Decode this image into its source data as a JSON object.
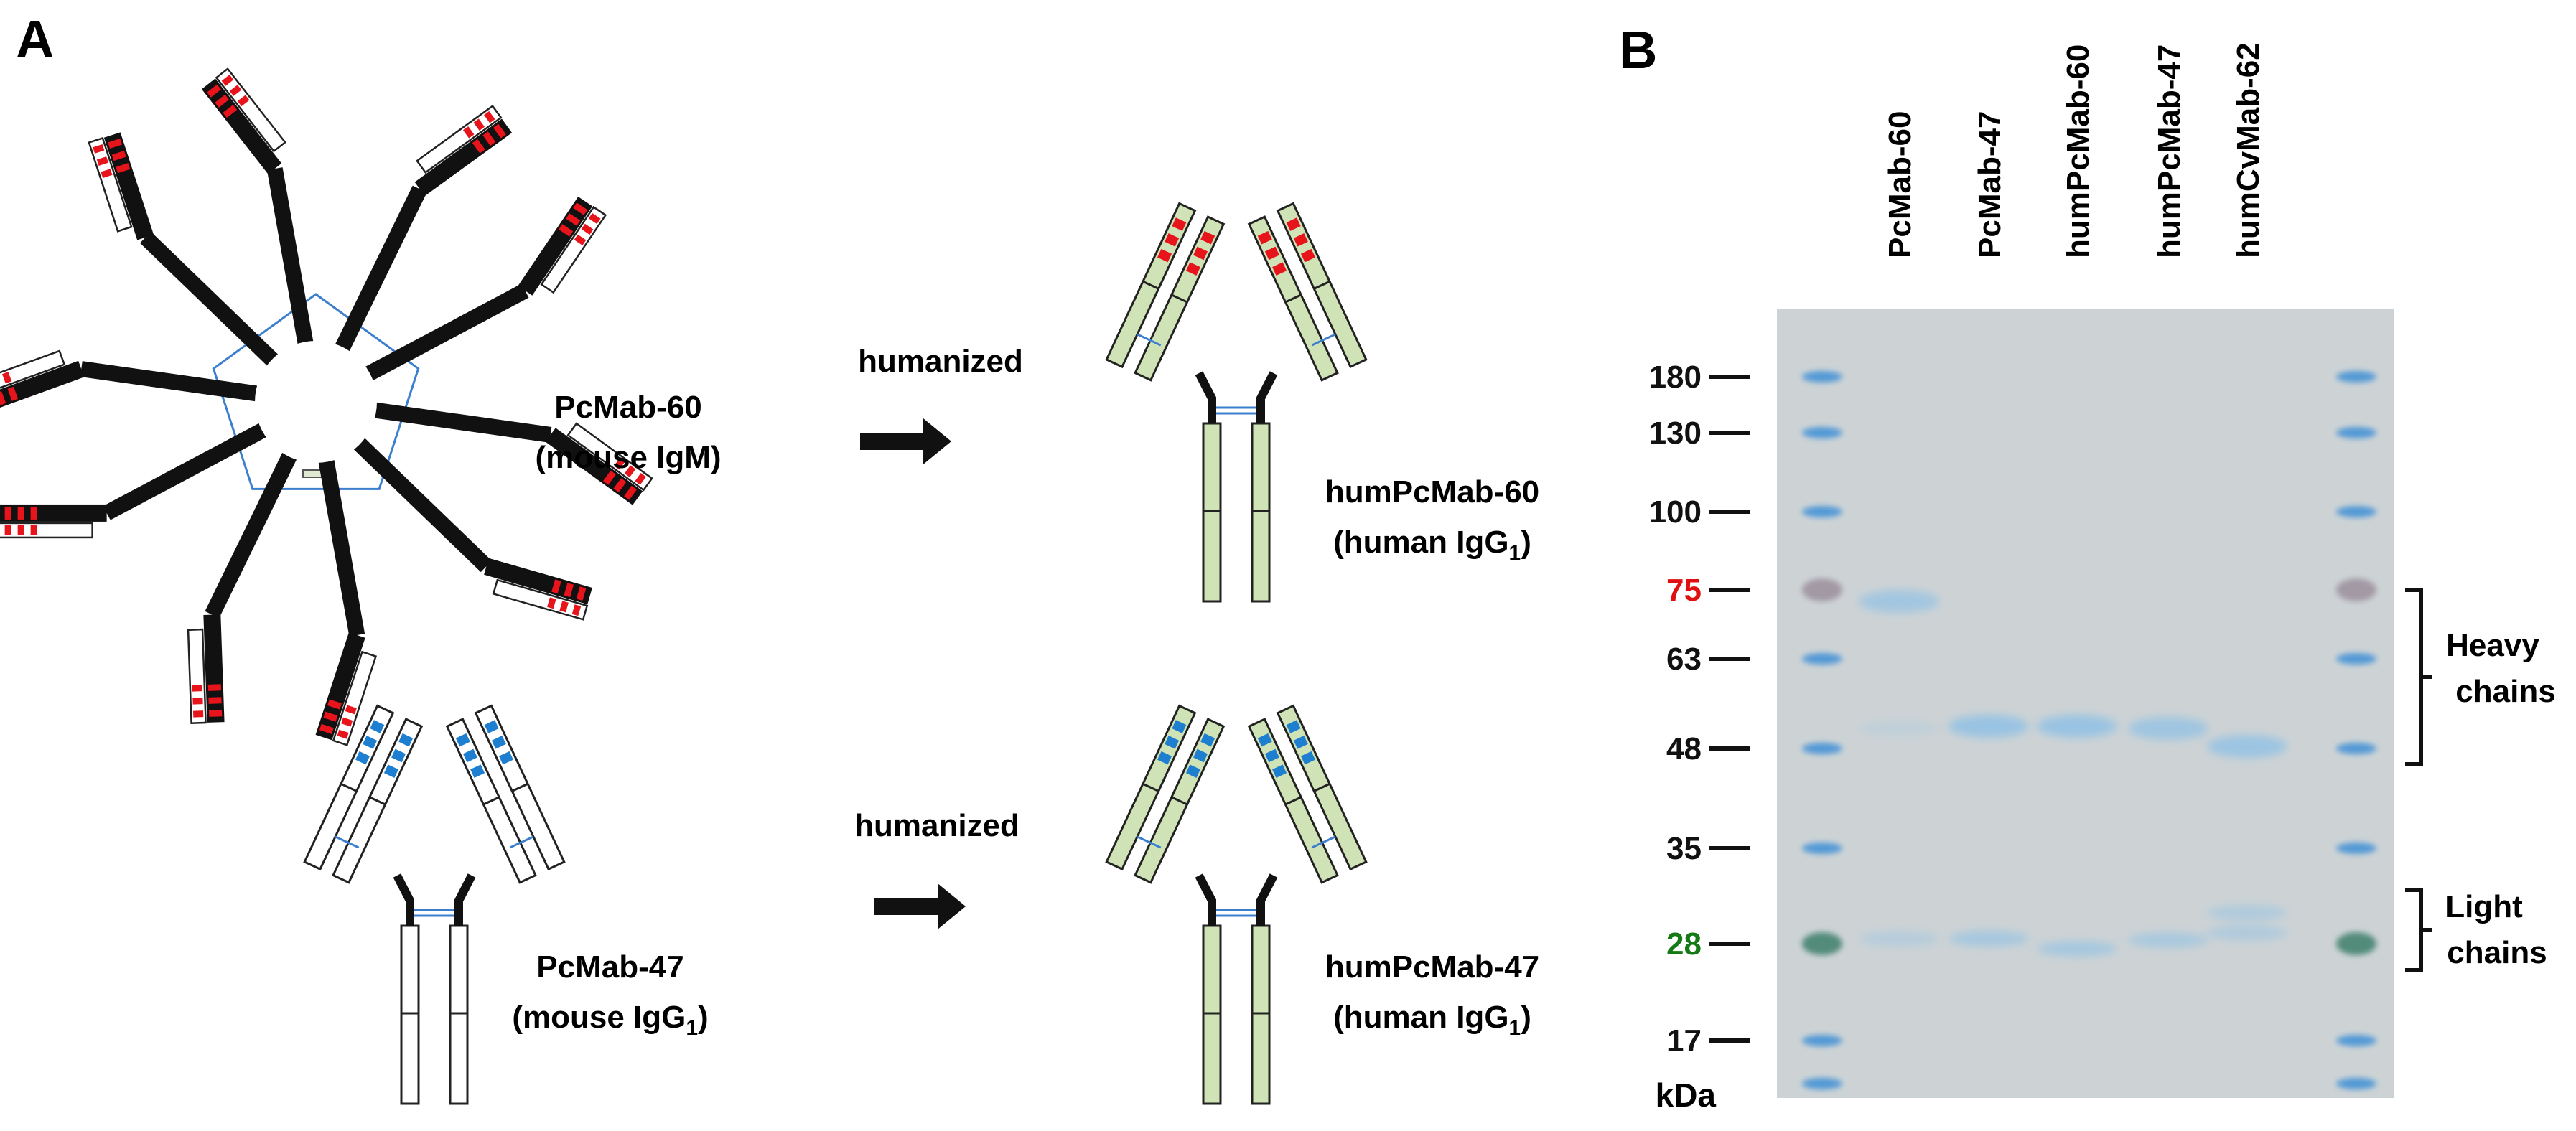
{
  "panels": {
    "a": {
      "letter": "A"
    },
    "b": {
      "letter": "B"
    }
  },
  "diagram": {
    "arrow_label_top": "humanized",
    "arrow_label_bottom": "humanized",
    "igm": {
      "name": "PcMab-60",
      "type": "(mouse IgM)"
    },
    "mouse_igg": {
      "name": "PcMab-47",
      "type_prefix": "(mouse IgG",
      "subscript": "1",
      "type_suffix": ")"
    },
    "hum60": {
      "name": "humPcMab-60",
      "type_prefix": "(human IgG",
      "subscript": "1",
      "type_suffix": ")"
    },
    "hum47": {
      "name": "humPcMab-47",
      "type_prefix": "(human IgG",
      "subscript": "1",
      "type_suffix": ")"
    }
  },
  "gel": {
    "lane_labels": [
      "PcMab-60",
      "PcMab-47",
      "humPcMab-60",
      "humPcMab-47",
      "humCvMab-62"
    ],
    "markers": [
      {
        "kda": "180",
        "color": "#111111"
      },
      {
        "kda": "130",
        "color": "#111111"
      },
      {
        "kda": "100",
        "color": "#111111"
      },
      {
        "kda": "75",
        "color": "#e01010"
      },
      {
        "kda": "63",
        "color": "#111111"
      },
      {
        "kda": "48",
        "color": "#111111"
      },
      {
        "kda": "35",
        "color": "#111111"
      },
      {
        "kda": "28",
        "color": "#157a15"
      },
      {
        "kda": "17",
        "color": "#111111"
      }
    ],
    "unit": "kDa",
    "heavy_label": [
      "Heavy",
      "chains"
    ],
    "light_label": [
      "Light",
      "chains"
    ]
  },
  "colors": {
    "black_chain": "#111111",
    "cdr_red": "#e8141c",
    "cdr_blue": "#1e7fd0",
    "human_fill": "#cfe3b6",
    "disulfide": "#3d7fcf",
    "gel_bg": "#cdd3d5",
    "gel_band": "#8cc0e6",
    "ladder": "#3e8fd6"
  }
}
